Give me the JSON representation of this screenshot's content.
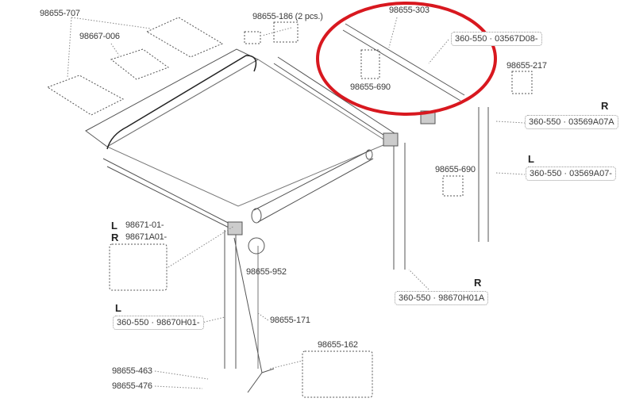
{
  "labels": {
    "p707": "98655-707",
    "p006": "98667-006",
    "p186": "98655-186 (2 pcs.)",
    "p303": "98655-303",
    "p03567": "360-550 · 03567D08-",
    "p690a": "98655-690",
    "p217": "98655-217",
    "p03569R": "360-550 · 03569A07A",
    "p03569L": "360-550 · 03569A07-",
    "p690b": "98655-690",
    "p9867101": "98671-01-",
    "p98671A01": "98671A01-",
    "p952": "98655-952",
    "p98670R": "360-550 · 98670H01A",
    "p98670L": "360-550 · 98670H01-",
    "p171": "98655-171",
    "p162": "98655-162",
    "p463": "98655-463",
    "p476": "98655-476"
  },
  "side_markers": {
    "right": "R",
    "left": "L"
  },
  "highlight_color": "#d8181f"
}
